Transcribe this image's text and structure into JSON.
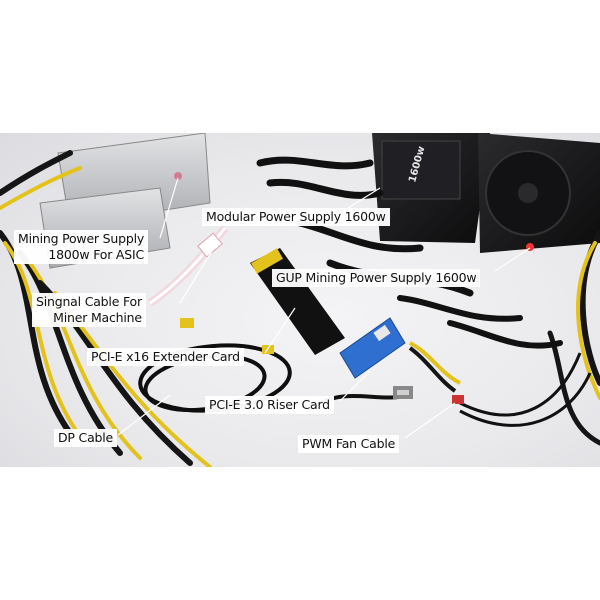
{
  "labels": {
    "modular_psu": "Modular Power Supply 1600w",
    "mining_psu_line1": "Mining Power Supply",
    "mining_psu_line2": "1800w For ASIC",
    "gup_psu": "GUP Mining Power Supply 1600w",
    "signal_cable_line1": "Singnal Cable For",
    "signal_cable_line2": "Miner Machine",
    "pcie_x16": "PCI-E x16 Extender Card",
    "pcie_riser": "PCI-E 3.0 Riser Card",
    "dp_cable": "DP Cable",
    "pwm_fan": "PWM Fan Cable"
  },
  "product_text": {
    "psu_front_model": "1600w"
  },
  "colors": {
    "background": "#e9e9ec",
    "psu_black": "#1a1a1c",
    "psu_silver": "#c9cacd",
    "cable_black": "#151515",
    "cable_yellow": "#e3c21b",
    "riser_blue": "#2f6fd0",
    "label_bg": "#ffffff",
    "leader_line": "#ffffff"
  }
}
